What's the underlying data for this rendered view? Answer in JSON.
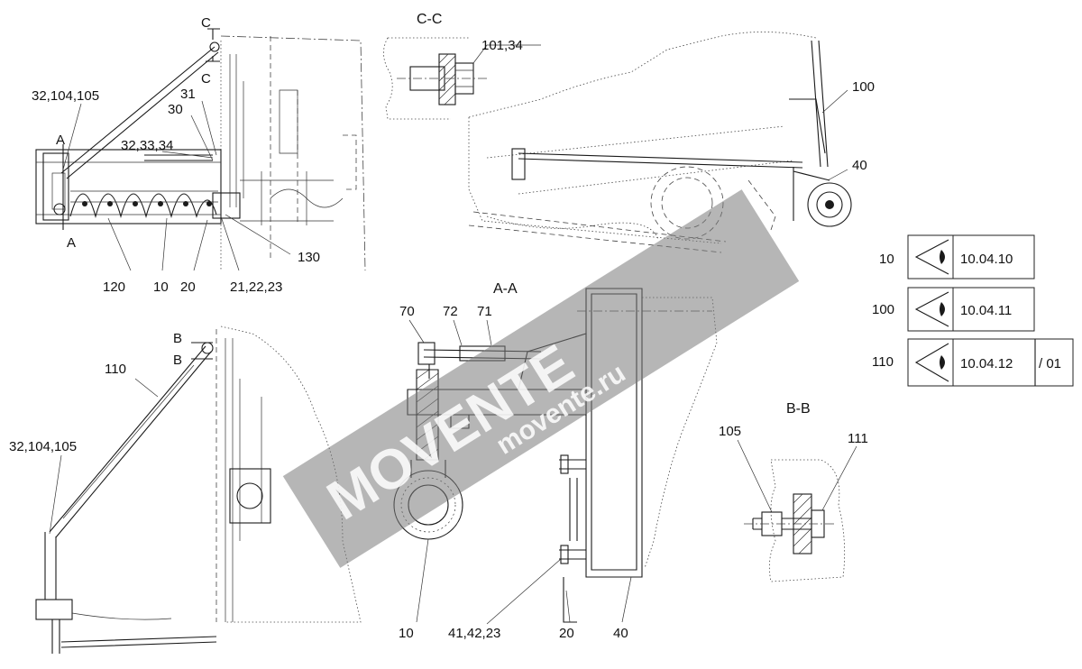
{
  "views": {
    "cc_title": "C-C",
    "aa_title": "A-A",
    "bb_title": "B-B",
    "cut_c": "C",
    "cut_a": "A",
    "cut_b": "B"
  },
  "callouts": {
    "c_101_34": "101,34",
    "c_32_104_105_top": "32,104,105",
    "c_31": "31",
    "c_30": "30",
    "c_32_33_34": "32,33,34",
    "c_120": "120",
    "c_10_left": "10",
    "c_20_left": "20",
    "c_21_22_23": "21,22,23",
    "c_130": "130",
    "c_100": "100",
    "c_40_top": "40",
    "c_70": "70",
    "c_72": "72",
    "c_71": "71",
    "c_110": "110",
    "c_32_104_105_bottom": "32,104,105",
    "c_10_bottom": "10",
    "c_41_42_23": "41,42,23",
    "c_20_bottom": "20",
    "c_40_bottom": "40",
    "c_105": "105",
    "c_111": "111"
  },
  "references": [
    {
      "item": "10",
      "sheet": "10.04.10",
      "suffix": ""
    },
    {
      "item": "100",
      "sheet": "10.04.11",
      "suffix": ""
    },
    {
      "item": "110",
      "sheet": "10.04.12",
      "suffix": "/ 01"
    }
  ],
  "watermark": {
    "brand": "MOVENTE",
    "domain": "movente.ru"
  },
  "icons": {
    "reference": "eye-icon"
  }
}
